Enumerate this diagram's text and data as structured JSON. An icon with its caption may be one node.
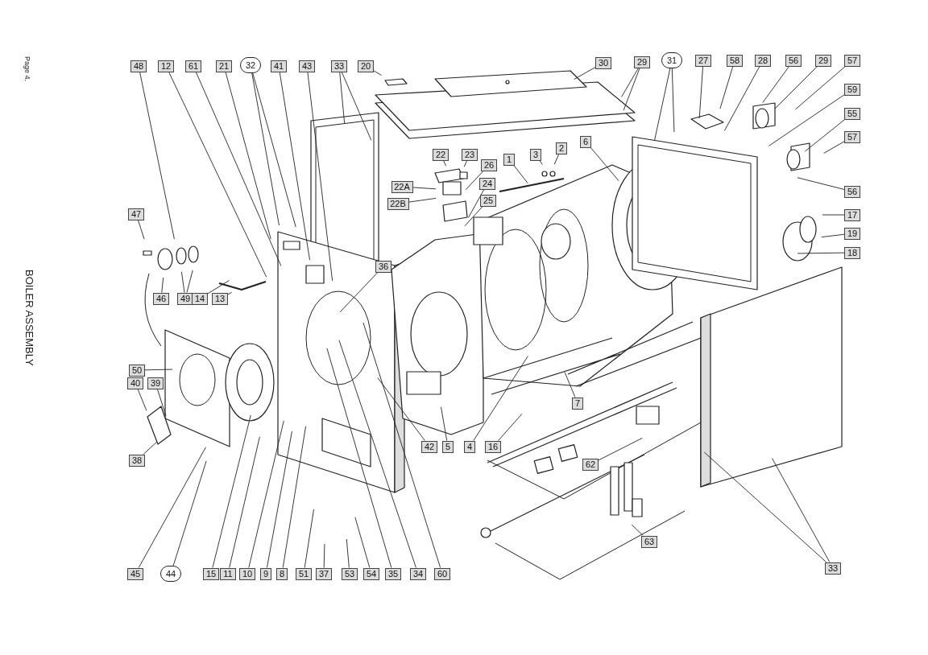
{
  "diagram": {
    "nodes": [
      {
        "text": [
          "48"
        ]
      },
      {
        "text": [
          "12"
        ]
      },
      {
        "text": [
          "61"
        ]
      },
      {
        "text": [
          "21"
        ]
      },
      {
        "text": [
          "32"
        ]
      },
      {
        "text": [
          "41"
        ]
      },
      {
        "text": [
          "43"
        ]
      },
      {
        "text": [
          "33"
        ]
      },
      {
        "text": [
          "20"
        ]
      },
      {
        "text": [
          "30"
        ]
      },
      {
        "text": [
          "29"
        ]
      },
      {
        "text": [
          "31"
        ]
      },
      {
        "text": [
          "27"
        ]
      },
      {
        "text": [
          "58"
        ]
      },
      {
        "text": [
          "28"
        ]
      },
      {
        "text": [
          "56"
        ]
      },
      {
        "text": [
          "29"
        ]
      },
      {
        "text": [
          "57"
        ]
      },
      {
        "text": [
          "59"
        ]
      },
      {
        "text": [
          "55"
        ]
      },
      {
        "text": [
          "57"
        ]
      },
      {
        "text": [
          "22"
        ]
      },
      {
        "text": [
          "23"
        ]
      },
      {
        "text": [
          "1"
        ]
      },
      {
        "text": [
          "3"
        ]
      },
      {
        "text": [
          "2"
        ]
      },
      {
        "text": [
          "6"
        ]
      },
      {
        "text": [
          "26"
        ]
      },
      {
        "text": [
          "22A"
        ]
      },
      {
        "text": [
          "24"
        ]
      },
      {
        "text": [
          "22B"
        ]
      },
      {
        "text": [
          "25"
        ]
      },
      {
        "text": [
          "56"
        ]
      },
      {
        "text": [
          "17"
        ]
      },
      {
        "text": [
          "47"
        ]
      },
      {
        "text": [
          "19"
        ]
      },
      {
        "text": [
          "18"
        ]
      },
      {
        "text": [
          "36"
        ]
      },
      {
        "text": [
          "46"
        ]
      },
      {
        "text": [
          "49"
        ]
      },
      {
        "text": [
          "14"
        ]
      },
      {
        "text": [
          "13"
        ]
      },
      {
        "text": [
          "50"
        ]
      },
      {
        "text": [
          "40"
        ]
      },
      {
        "text": [
          "39"
        ]
      },
      {
        "text": [
          "7"
        ]
      },
      {
        "text": [
          "42"
        ]
      },
      {
        "text": [
          "5"
        ]
      },
      {
        "text": [
          "4"
        ]
      },
      {
        "text": [
          "16"
        ]
      },
      {
        "text": [
          "38"
        ]
      },
      {
        "text": [
          "62"
        ]
      },
      {
        "text": [
          "63"
        ]
      },
      {
        "text": [
          "33"
        ]
      },
      {
        "text": [
          "45"
        ]
      },
      {
        "text": [
          "44"
        ]
      },
      {
        "text": [
          "15"
        ]
      },
      {
        "text": [
          "11"
        ]
      },
      {
        "text": [
          "10"
        ]
      },
      {
        "text": [
          "9"
        ]
      },
      {
        "text": [
          "8"
        ]
      },
      {
        "text": [
          "51"
        ]
      },
      {
        "text": [
          "37"
        ]
      },
      {
        "text": [
          "53"
        ]
      },
      {
        "text": [
          "54"
        ]
      },
      {
        "text": [
          "35"
        ]
      },
      {
        "text": [
          "34"
        ]
      },
      {
        "text": [
          "60"
        ]
      }
    ],
    "edges": [
      {
        "from": 0,
        "to": null,
        "arrow": "none"
      },
      {
        "from": 1,
        "to": null,
        "arrow": "none"
      },
      {
        "from": 2,
        "to": null,
        "arrow": "none"
      },
      {
        "from": 3,
        "to": null,
        "arrow": "none"
      },
      {
        "from": 4,
        "to": null,
        "arrow": "none"
      },
      {
        "from": 4,
        "to": null,
        "arrow": "none"
      },
      {
        "from": 5,
        "to": null,
        "arrow": "none"
      },
      {
        "from": 6,
        "to": null,
        "arrow": "none"
      },
      {
        "from": 7,
        "to": null,
        "arrow": "none"
      },
      {
        "from": 7,
        "to": null,
        "arrow": "none"
      },
      {
        "from": 8,
        "to": null,
        "arrow": "none"
      },
      {
        "from": 9,
        "to": null,
        "arrow": "none"
      },
      {
        "from": 10,
        "to": null,
        "arrow": "none"
      },
      {
        "from": 10,
        "to": null,
        "arrow": "none"
      },
      {
        "from": 11,
        "to": null,
        "arrow": "none"
      },
      {
        "from": 11,
        "to": null,
        "arrow": "none"
      },
      {
        "from": 12,
        "to": null,
        "arrow": "none"
      },
      {
        "from": 13,
        "to": null,
        "arrow": "none"
      },
      {
        "from": 14,
        "to": null,
        "arrow": "none"
      },
      {
        "from": 15,
        "to": null,
        "arrow": "none"
      },
      {
        "from": 16,
        "to": null,
        "arrow": "none"
      },
      {
        "from": 17,
        "to": null,
        "arrow": "none"
      },
      {
        "from": 18,
        "to": null,
        "arrow": "none"
      },
      {
        "from": 19,
        "to": null,
        "arrow": "none"
      },
      {
        "from": 20,
        "to": null,
        "arrow": "none"
      },
      {
        "from": 21,
        "to": null,
        "arrow": "none"
      },
      {
        "from": 22,
        "to": null,
        "arrow": "none"
      },
      {
        "from": 23,
        "to": null,
        "arrow": "none"
      },
      {
        "from": 24,
        "to": null,
        "arrow": "none"
      },
      {
        "from": 25,
        "to": null,
        "arrow": "none"
      },
      {
        "from": 26,
        "to": null,
        "arrow": "none"
      },
      {
        "from": 27,
        "to": null,
        "arrow": "none"
      },
      {
        "from": 28,
        "to": null,
        "arrow": "none"
      },
      {
        "from": 29,
        "to": null,
        "arrow": "none"
      },
      {
        "from": 30,
        "to": null,
        "arrow": "none"
      },
      {
        "from": 31,
        "to": null,
        "arrow": "none"
      },
      {
        "from": 32,
        "to": null,
        "arrow": "none"
      },
      {
        "from": 33,
        "to": null,
        "arrow": "none"
      },
      {
        "from": 34,
        "to": null,
        "arrow": "none"
      },
      {
        "from": 35,
        "to": null,
        "arrow": "none"
      },
      {
        "from": 36,
        "to": null,
        "arrow": "none"
      },
      {
        "from": 37,
        "to": null,
        "arrow": "none"
      },
      {
        "from": 38,
        "to": null,
        "arrow": "none"
      },
      {
        "from": 39,
        "to": null,
        "arrow": "none"
      },
      {
        "from": 39,
        "to": null,
        "arrow": "none"
      },
      {
        "from": 40,
        "to": null,
        "arrow": "none"
      },
      {
        "from": 41,
        "to": null,
        "arrow": "none"
      },
      {
        "from": 42,
        "to": null,
        "arrow": "none"
      },
      {
        "from": 43,
        "to": null,
        "arrow": "none"
      },
      {
        "from": 44,
        "to": null,
        "arrow": "none"
      },
      {
        "from": 45,
        "to": null,
        "arrow": "none"
      },
      {
        "from": 46,
        "to": null,
        "arrow": "none"
      },
      {
        "from": 47,
        "to": null,
        "arrow": "none"
      },
      {
        "from": 48,
        "to": null,
        "arrow": "none"
      },
      {
        "from": 49,
        "to": null,
        "arrow": "none"
      },
      {
        "from": 50,
        "to": null,
        "arrow": "none"
      },
      {
        "from": 51,
        "to": null,
        "arrow": "none"
      },
      {
        "from": 52,
        "to": null,
        "arrow": "none"
      },
      {
        "from": 53,
        "to": null,
        "arrow": "none"
      },
      {
        "from": 53,
        "to": null,
        "arrow": "none"
      },
      {
        "from": 54,
        "to": null,
        "arrow": "none"
      },
      {
        "from": 55,
        "to": null,
        "arrow": "none"
      },
      {
        "from": 56,
        "to": null,
        "arrow": "none"
      },
      {
        "from": 57,
        "to": null,
        "arrow": "none"
      },
      {
        "from": 58,
        "to": null,
        "arrow": "none"
      },
      {
        "from": 59,
        "to": null,
        "arrow": "none"
      },
      {
        "from": 60,
        "to": null,
        "arrow": "none"
      },
      {
        "from": 61,
        "to": null,
        "arrow": "none"
      },
      {
        "from": 62,
        "to": null,
        "arrow": "none"
      },
      {
        "from": 63,
        "to": null,
        "arrow": "none"
      },
      {
        "from": 64,
        "to": null,
        "arrow": "none"
      },
      {
        "from": 65,
        "to": null,
        "arrow": "none"
      },
      {
        "from": 66,
        "to": null,
        "arrow": "none"
      },
      {
        "from": 67,
        "to": null,
        "arrow": "none"
      }
    ],
    "labels": [
      "Page 4.",
      "BOILER ASSEMBLY"
    ]
  }
}
